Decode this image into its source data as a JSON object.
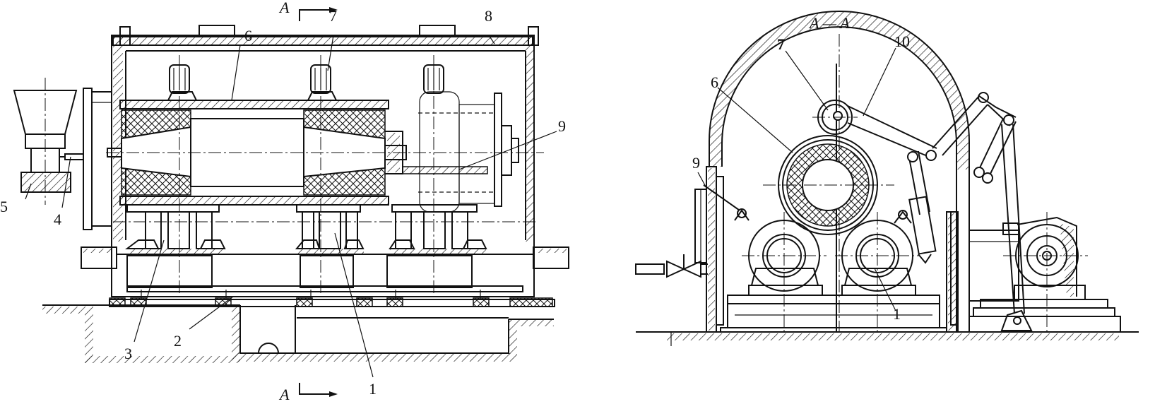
{
  "section": {
    "cut_label_top": "A",
    "cut_label_bottom": "A",
    "view_title": "A — A"
  },
  "callouts_left": [
    "1",
    "2",
    "3",
    "4",
    "5",
    "6",
    "7",
    "8",
    "9"
  ],
  "callouts_right": [
    "1",
    "6",
    "7",
    "9",
    "10"
  ]
}
